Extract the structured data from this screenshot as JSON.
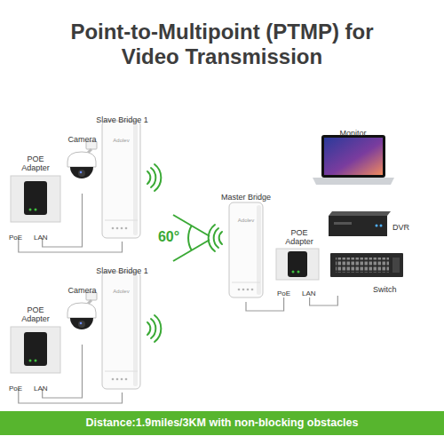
{
  "diagram": {
    "title": "Point-to-Multipoint (PTMP) for Video Transmission",
    "caption": "Distance:1.9miles/3KM with non-blocking obstacles",
    "nodes": [
      {
        "text": [
          "Slave Bridge 1",
          "Adolev"
        ]
      },
      {
        "text": [
          "Camera"
        ]
      },
      {
        "text": [
          "POE Adapter",
          "PoE",
          "LAN"
        ]
      },
      {
        "text": [
          "Slave Bridge 1",
          "Adolev"
        ]
      },
      {
        "text": [
          "Camera"
        ]
      },
      {
        "text": [
          "POE Adapter",
          "PoE",
          "LAN"
        ]
      },
      {
        "text": [
          "Master Bridge",
          "Adolev"
        ]
      },
      {
        "text": [
          "POE Adapter",
          "PoE",
          "LAN"
        ]
      },
      {
        "text": [
          "Monitor"
        ]
      },
      {
        "text": [
          "DVR"
        ]
      },
      {
        "text": [
          "Switch"
        ]
      }
    ],
    "edges": [
      {
        "from": 2,
        "to": 0,
        "arrow": "none"
      },
      {
        "from": 2,
        "to": 1,
        "arrow": "none"
      },
      {
        "from": 5,
        "to": 3,
        "arrow": "none"
      },
      {
        "from": 5,
        "to": 4,
        "arrow": "none"
      },
      {
        "from": 7,
        "to": 6,
        "arrow": "none"
      },
      {
        "from": 7,
        "to": 10,
        "arrow": "none"
      }
    ],
    "labels": [
      "60°"
    ]
  }
}
